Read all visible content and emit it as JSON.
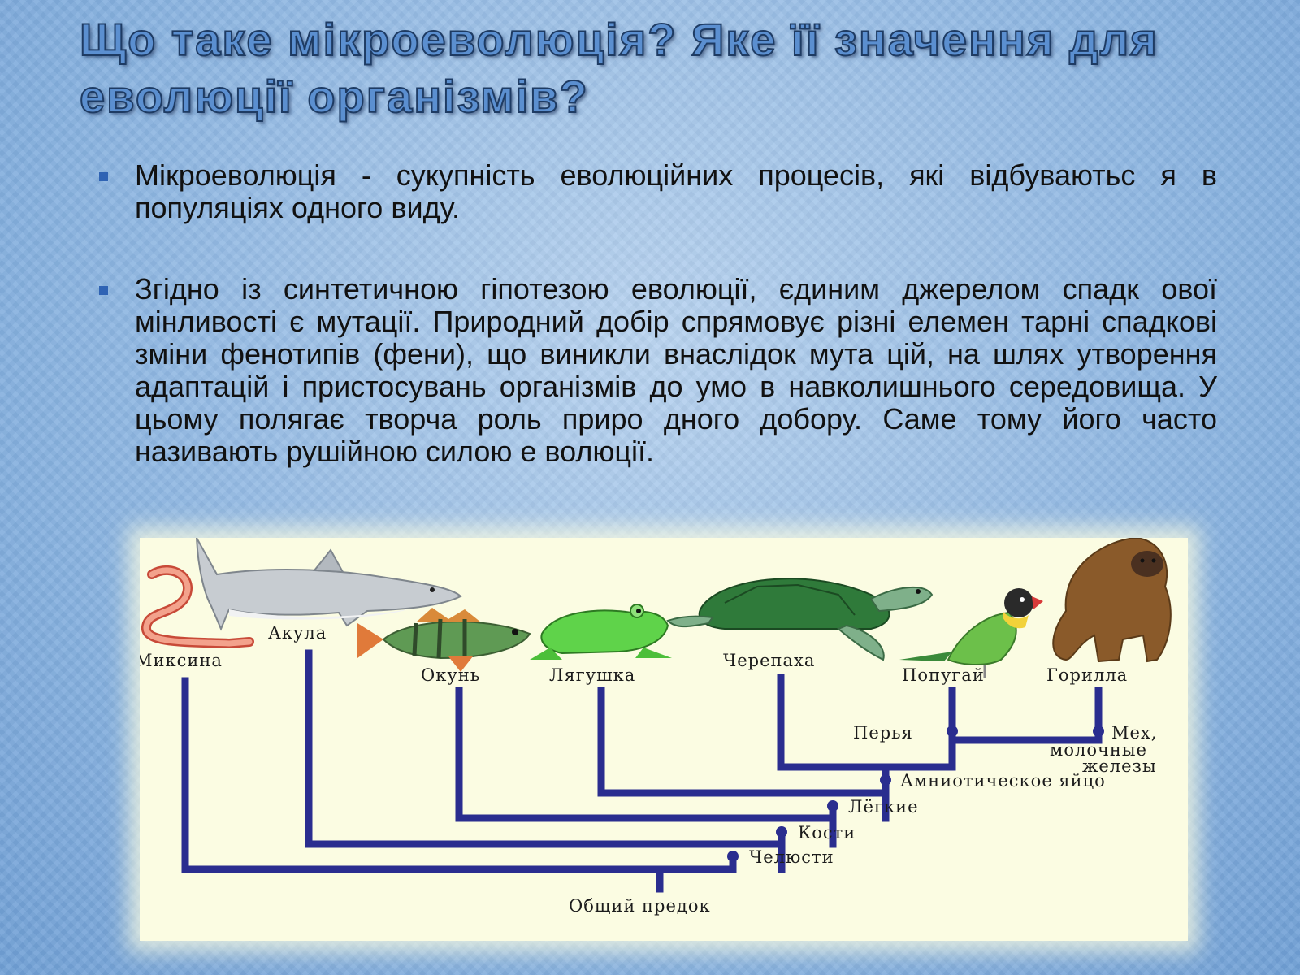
{
  "title": "Що таке мікроеволюція? Яке її значення для еволюції організмів?",
  "bullets": [
    "Мікроеволюція - сукупність еволюційних процесів, які відбуваютьс я в популяціях одного виду.",
    "Згідно із синтетичною гіпотезою еволюції, єдиним джерелом спадк ової мінливості є мутації. Природний добір спрямовує різні елемен тарні спадкові зміни фенотипів (фени), що виникли внаслідок мута цій, на шлях утворення адаптацій і пристосувань організмів до умо в навколишнього середовища. У цьому полягає творча роль приро дного добору. Саме тому його часто називають рушійною силою е волюції."
  ],
  "diagram": {
    "taxa": [
      "Миксина",
      "Акула",
      "Окунь",
      "Лягушка",
      "Черепаха",
      "Попугай",
      "Горилла"
    ],
    "traits": [
      "Челюсти",
      "Кости",
      "Лёгкие",
      "Амниотическое яйцо",
      "Перья",
      "Мех,",
      "молочные",
      "железы"
    ],
    "root": "Общий предок"
  },
  "colors": {
    "tree": "#2a2d8f",
    "panel": "#fbfce2",
    "title_fill": "#5b8fd0",
    "bullet": "#2f63b4"
  },
  "icons": [
    "hagfish-icon",
    "shark-icon",
    "perch-icon",
    "frog-icon",
    "turtle-icon",
    "parrot-icon",
    "gorilla-icon"
  ]
}
